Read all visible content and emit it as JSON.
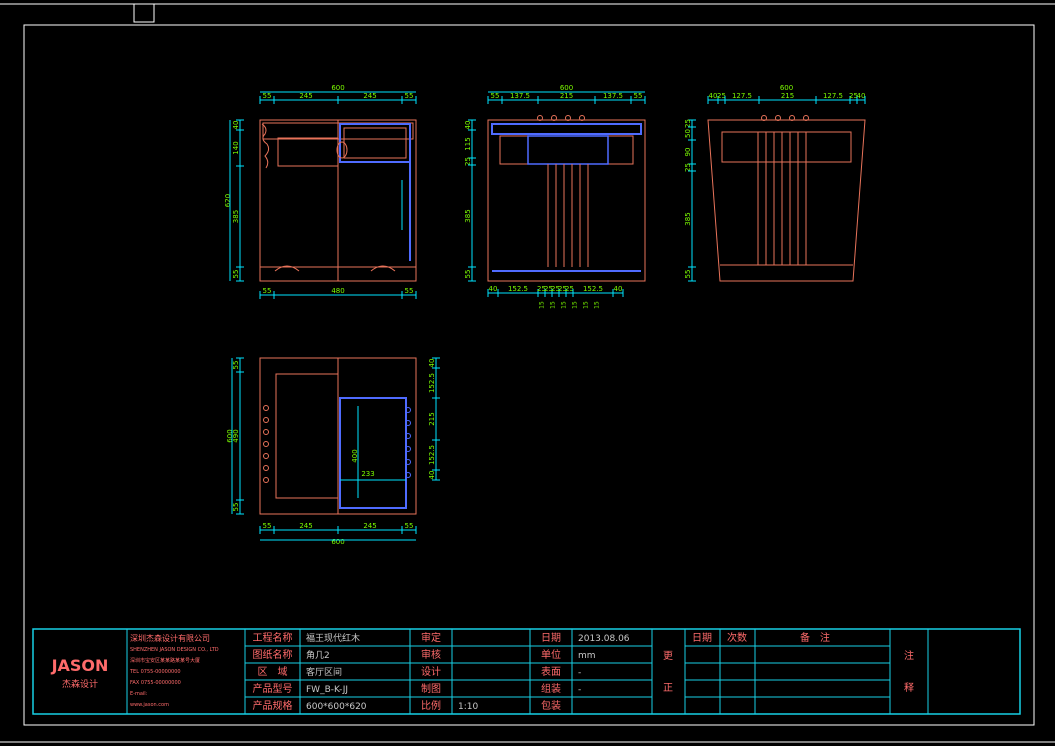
{
  "colors": {
    "background": "#000000",
    "frame": "#ffffff",
    "drawing": "#e8735a",
    "dimension": "#00e5ff",
    "dim_text": "#7CFC00",
    "blue": "#4f6bff",
    "titleblock": "#17d0e6",
    "label": "#ff6b6b",
    "value": "#c8c8c8"
  },
  "views": {
    "front": {
      "top_total": "600",
      "top_segments": [
        "55",
        "245",
        "245",
        "55"
      ],
      "left_total": "620",
      "left_segments": [
        "40",
        "140",
        "385",
        "55"
      ],
      "bottom_segments": [
        "55",
        "480",
        "55"
      ]
    },
    "side": {
      "top_total": "600",
      "top_segments": [
        "55",
        "137.5",
        "215",
        "137.5",
        "55"
      ],
      "left_segments": [
        "40",
        "115",
        "25",
        "385",
        "55"
      ],
      "bottom_segments": [
        "40",
        "152.5",
        "25",
        "25",
        "25",
        "25",
        "25",
        "152.5",
        "40"
      ],
      "bottom_sub": [
        "15",
        "15",
        "15",
        "15",
        "15",
        "15"
      ]
    },
    "back": {
      "top_total": "600",
      "top_segments": [
        "40",
        "25",
        "127.5",
        "215",
        "127.5",
        "25",
        "40"
      ],
      "left_segments": [
        "25",
        "50",
        "90",
        "25",
        "385",
        "55"
      ]
    },
    "plan": {
      "left_total": "600",
      "left_inner": "490",
      "left_segments": [
        "55",
        "55"
      ],
      "right_segments": [
        "40",
        "152.5",
        "215",
        "152.5",
        "40"
      ],
      "inner_h": "400",
      "inner_w": "233",
      "bottom_segments": [
        "55",
        "245",
        "245",
        "55"
      ],
      "bottom_total": "600"
    }
  },
  "titleblock": {
    "logo": "JASON",
    "logo_sub": "杰森设计",
    "company": "深圳杰森设计有限公司",
    "company_lines": [
      "SHENZHEN JASON DESIGN CO., LTD",
      "深圳市宝安区某某路某某号大厦",
      "TEL 0755-00000000",
      "FAX 0755-00000000",
      "E-mail:",
      "www.jason.com"
    ],
    "col1": [
      {
        "label": "工程名称",
        "value": "福王现代红木"
      },
      {
        "label": "图纸名称",
        "value": "角几2"
      },
      {
        "label": "区　域",
        "value": "客厅区间"
      },
      {
        "label": "产品型号",
        "value": "FW_B-K-JJ"
      },
      {
        "label": "产品规格",
        "value": "600*600*620"
      }
    ],
    "col2": [
      {
        "label": "审定",
        "value": ""
      },
      {
        "label": "审核",
        "value": ""
      },
      {
        "label": "设计",
        "value": ""
      },
      {
        "label": "制图",
        "value": ""
      },
      {
        "label": "比例",
        "value": "1:10"
      }
    ],
    "col3": [
      {
        "label": "日期",
        "value": "2013.08.06"
      },
      {
        "label": "单位",
        "value": "mm"
      },
      {
        "label": "表面",
        "value": "-"
      },
      {
        "label": "组装",
        "value": "-"
      },
      {
        "label": "包装",
        "value": ""
      }
    ],
    "revise": [
      "更",
      "正"
    ],
    "rev_headers": [
      "日期",
      "次数",
      "备　注"
    ],
    "notes": [
      "注",
      "释"
    ]
  }
}
